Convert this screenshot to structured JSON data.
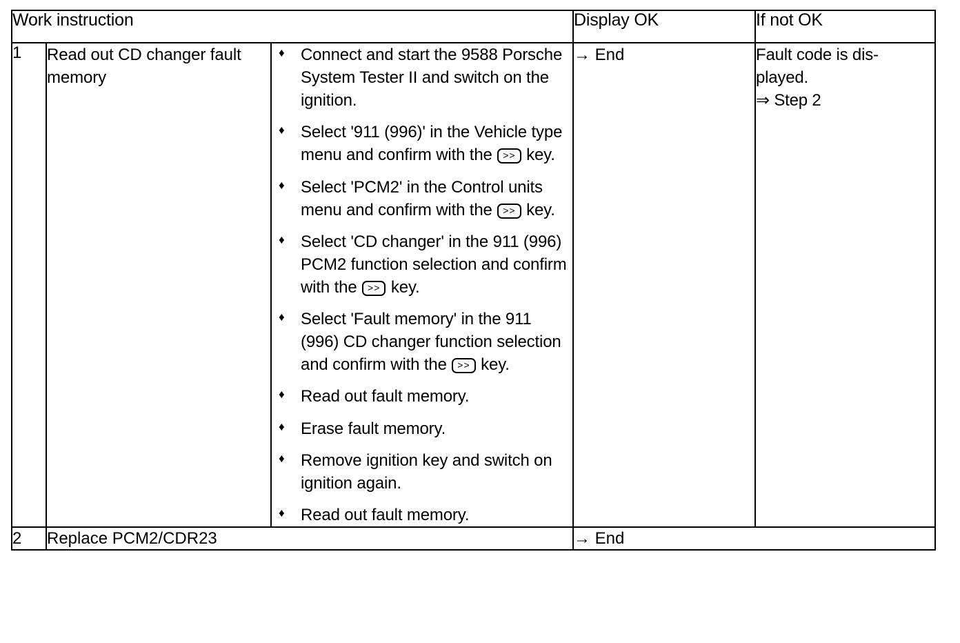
{
  "table": {
    "headers": {
      "work_instruction": "Work instruction",
      "display_ok": "Display OK",
      "if_not_ok": "If not OK"
    },
    "rows": [
      {
        "step": "1",
        "description": "Read out CD changer fault memory",
        "details": [
          {
            "parts": [
              {
                "type": "text",
                "value": "Connect and start the 9588 Porsche System Tester II and switch on the ignition."
              }
            ]
          },
          {
            "parts": [
              {
                "type": "text",
                "value": "Select '911 (996)' in the Vehicle type menu and confirm with the "
              },
              {
                "type": "key",
                "value": ">>"
              },
              {
                "type": "text",
                "value": " key."
              }
            ]
          },
          {
            "parts": [
              {
                "type": "text",
                "value": "Select 'PCM2' in the Control units menu and confirm with the "
              },
              {
                "type": "key",
                "value": ">>"
              },
              {
                "type": "text",
                "value": " key."
              }
            ]
          },
          {
            "parts": [
              {
                "type": "text",
                "value": "Select 'CD changer' in the 911 (996) PCM2 function selection and confirm with the "
              },
              {
                "type": "key",
                "value": ">>"
              },
              {
                "type": "text",
                "value": " key."
              }
            ]
          },
          {
            "parts": [
              {
                "type": "text",
                "value": "Select 'Fault memory' in the 911 (996) CD changer function selection and confirm with the "
              },
              {
                "type": "key",
                "value": ">>"
              },
              {
                "type": "text",
                "value": " key."
              }
            ]
          },
          {
            "parts": [
              {
                "type": "text",
                "value": "Read out fault memory."
              }
            ]
          },
          {
            "parts": [
              {
                "type": "text",
                "value": "Erase fault memory."
              }
            ]
          },
          {
            "parts": [
              {
                "type": "text",
                "value": "Remove ignition key and switch on ignition again."
              }
            ]
          },
          {
            "parts": [
              {
                "type": "text",
                "value": "Read out fault memory."
              }
            ]
          }
        ],
        "display_ok": "→ End",
        "if_not_ok_line1": "Fault code is dis-",
        "if_not_ok_line2": "played.",
        "if_not_ok_line3": "⇒ Step 2"
      },
      {
        "step": "2",
        "description": "Replace PCM2/CDR23",
        "display_ok": "→ End",
        "if_not_ok": ""
      }
    ]
  },
  "glyphs": {
    "bullet": "♦",
    "key_label": ">>",
    "arrow_single": "→",
    "arrow_double": "⇒"
  },
  "colors": {
    "border": "#000000",
    "text": "#000000",
    "background": "#ffffff"
  }
}
